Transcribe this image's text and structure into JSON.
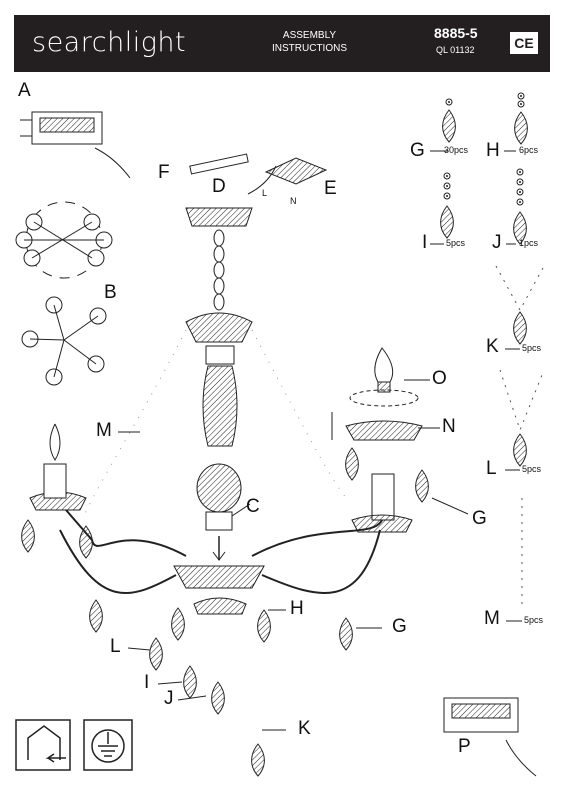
{
  "header": {
    "brand": "searchlight",
    "assembly_line1": "ASSEMBLY",
    "assembly_line2": "INSTRUCTIONS",
    "model": "8885-5",
    "ql": "QL 01132",
    "ce": "CE"
  },
  "labels": {
    "A": "A",
    "B": "B",
    "C": "C",
    "D": "D",
    "E": "E",
    "F": "F",
    "G": "G",
    "H": "H",
    "I": "I",
    "J": "J",
    "K": "K",
    "L": "L",
    "M": "M",
    "N": "N",
    "O": "O",
    "P": "P"
  },
  "parts": {
    "G_qty": "30pcs",
    "H_qty": "6pcs",
    "I_qty": "5pcs",
    "J_qty": "1pcs",
    "K_qty": "5pcs",
    "L_qty": "5pcs",
    "M_qty": "5pcs"
  },
  "wires": {
    "l": "L",
    "n": "N"
  },
  "icons": [
    "indoor-use-icon",
    "earth-ground-icon"
  ]
}
